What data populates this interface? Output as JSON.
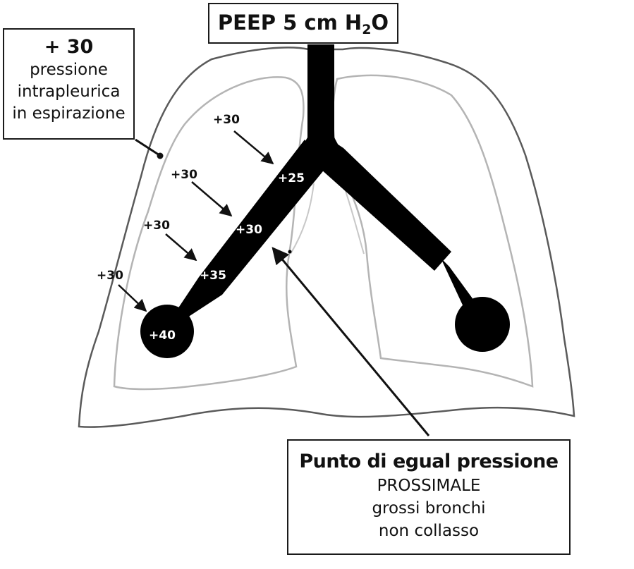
{
  "title_box": {
    "peep_text": "PEEP 5 cm H",
    "peep_sub": "2",
    "peep_end": "O"
  },
  "pleural_box": {
    "value": "+ 30",
    "line1": "pressione",
    "line2": "intrapleurica",
    "line3": "in espirazione"
  },
  "outside_labels": [
    "+30",
    "+30",
    "+30",
    "+30"
  ],
  "airway_labels": [
    "+25",
    "+30",
    "+35",
    "+40"
  ],
  "epp_box": {
    "title": "Punto di egual pressione",
    "line1": "PROSSIMALE",
    "line2": "grossi bronchi",
    "line3": "non collasso"
  },
  "colors": {
    "airway": "#000000",
    "thorax_outline": "#555555",
    "lung_outline": "#b4b4b4",
    "text": "#111111"
  }
}
